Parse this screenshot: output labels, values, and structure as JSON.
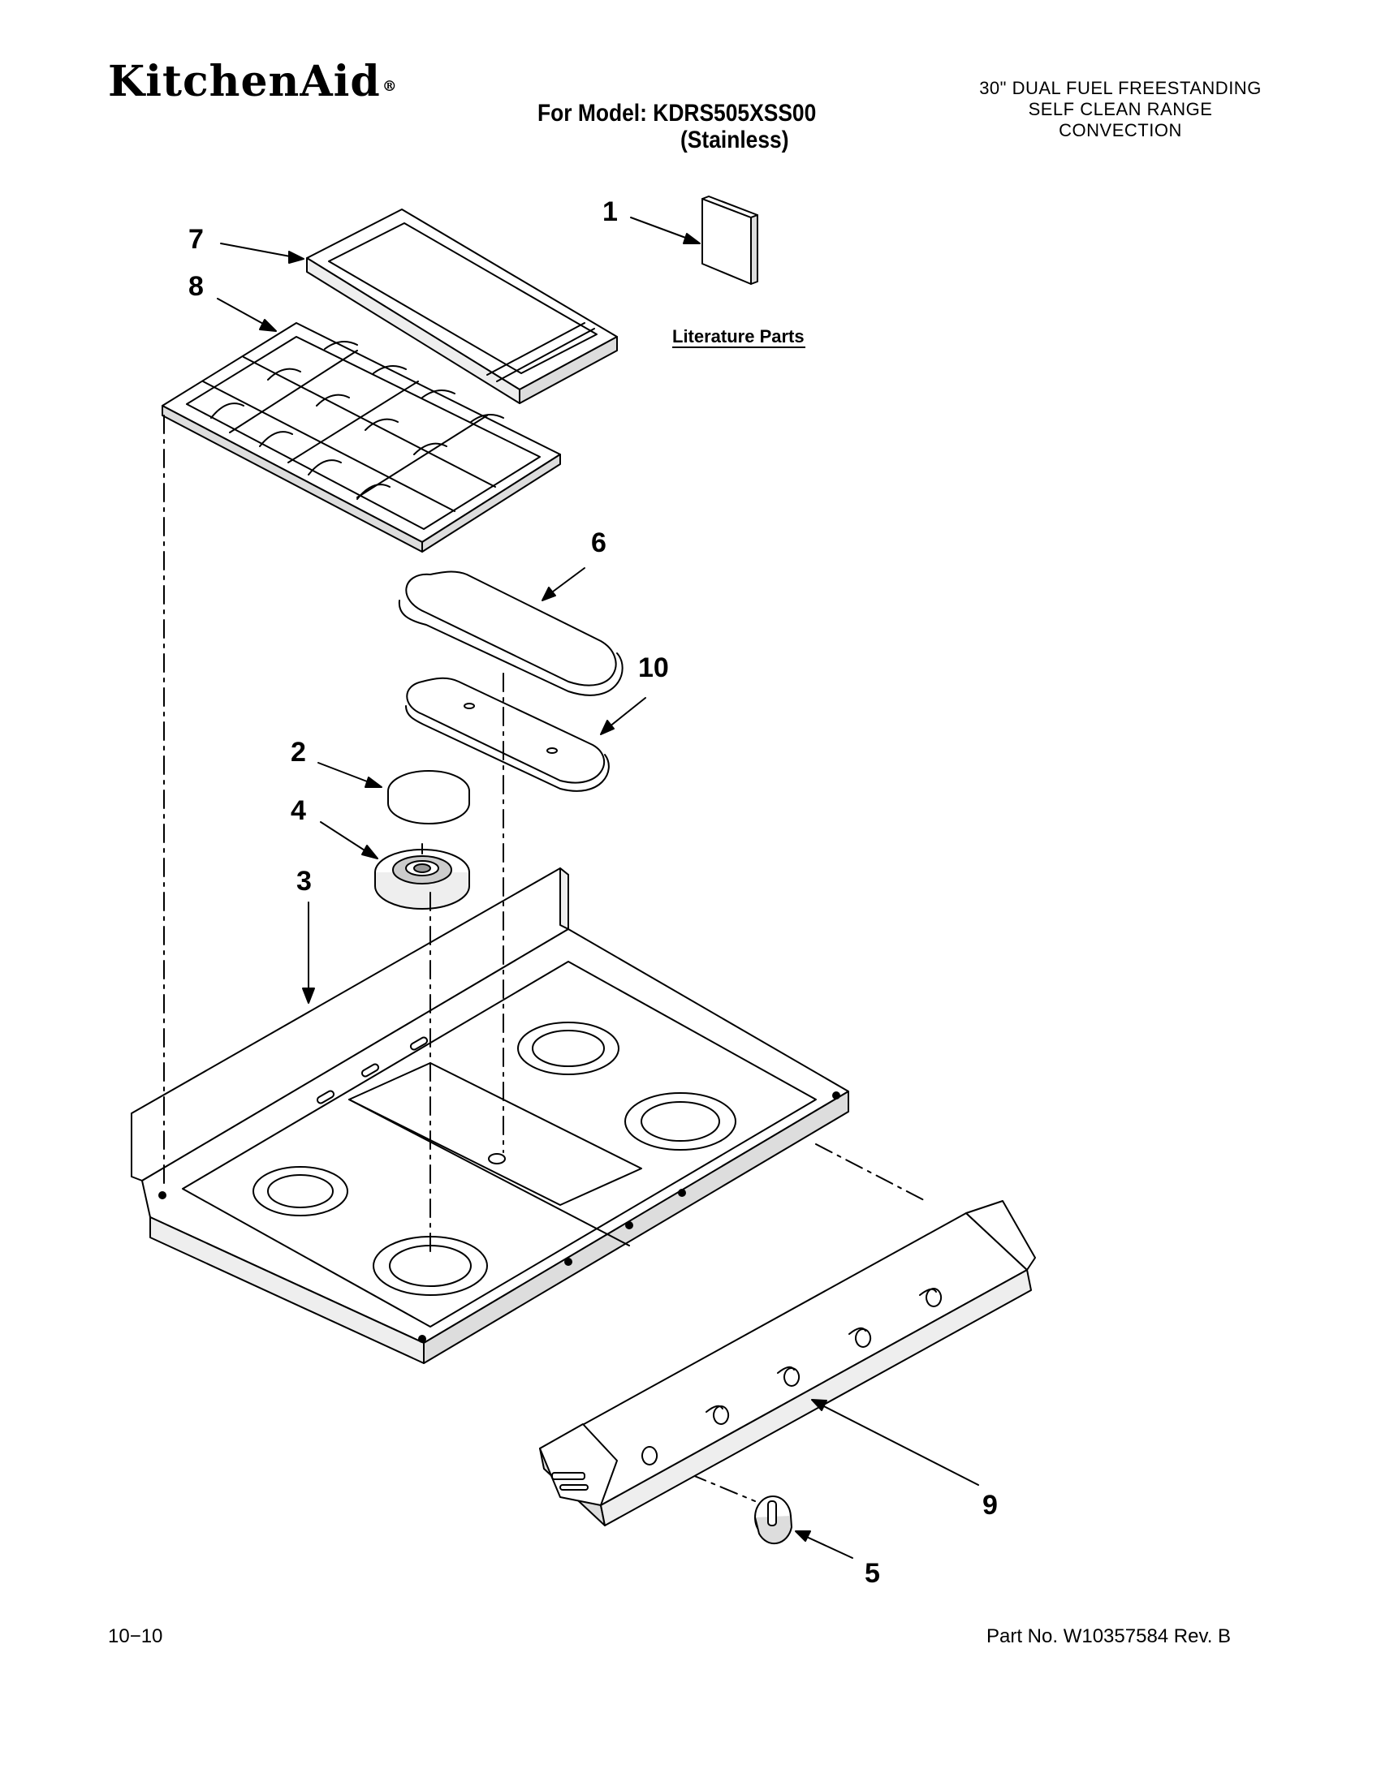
{
  "header": {
    "brand": "KitchenAid",
    "brand_mark": "®",
    "model_line": "For Model: KDRS505XSS00",
    "model_finish": "(Stainless)",
    "product_lines": [
      "30\" DUAL FUEL FREESTANDING",
      "SELF CLEAN RANGE",
      "CONVECTION"
    ]
  },
  "callouts": {
    "c1": "1",
    "c2": "2",
    "c3": "3",
    "c4": "4",
    "c5": "5",
    "c6": "6",
    "c7": "7",
    "c8": "8",
    "c9": "9",
    "c10": "10"
  },
  "literature_label": "Literature Parts",
  "footer": {
    "date": "10−10",
    "part_no": "Part No. W10357584 Rev. B"
  },
  "colors": {
    "line": "#000000",
    "fill": "#ffffff",
    "shade": "#d8d8d8"
  }
}
